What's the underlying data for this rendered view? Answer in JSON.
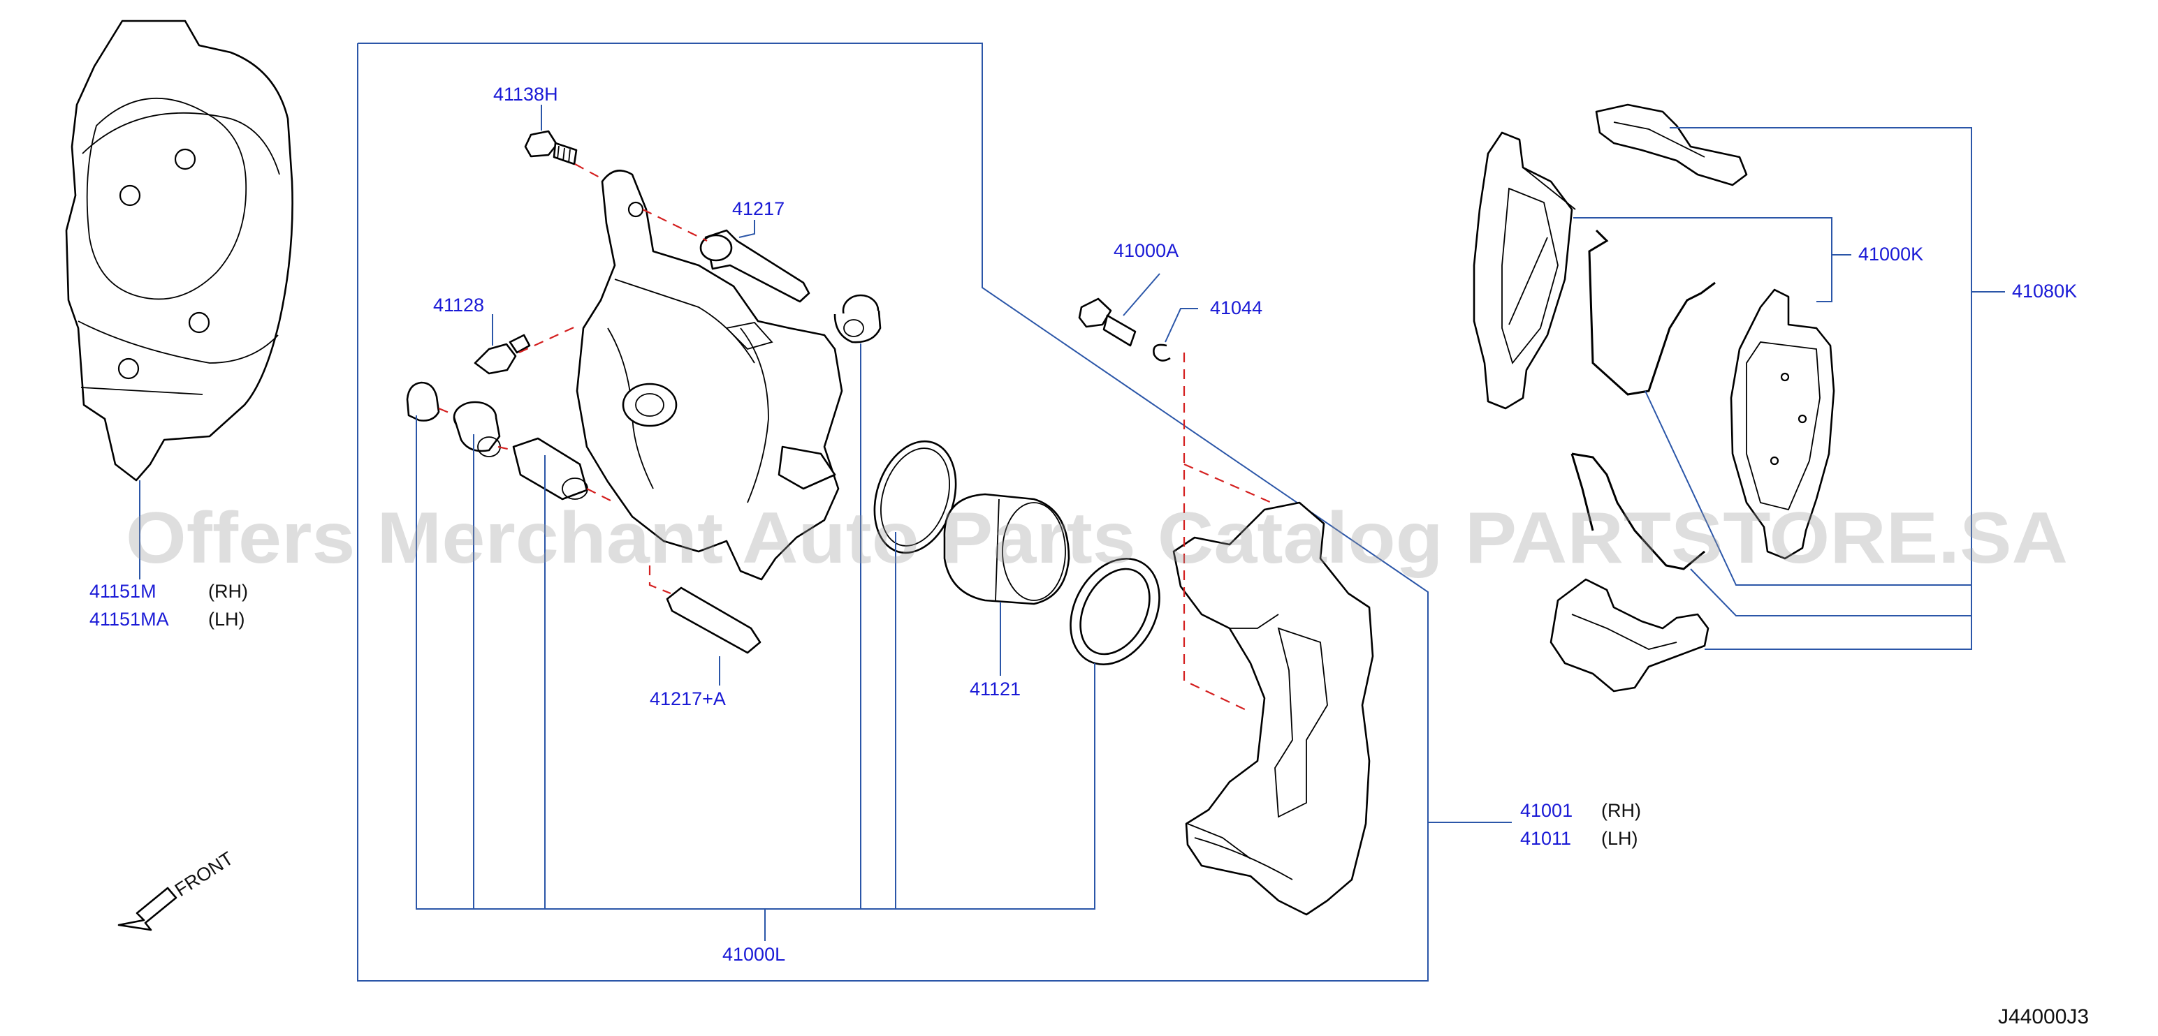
{
  "diagram": {
    "reference_code": "J44000J3",
    "watermark": "Offers Merchant Auto Parts Catalog PARTSTORE.SA",
    "front_label": "FRONT",
    "colors": {
      "part_number": "#1a1ad6",
      "leader_line": "#2b56a8",
      "alignment_line": "#d42020",
      "outline": "#000000"
    },
    "callouts": {
      "dust_cover_rh": {
        "part_no": "41151M",
        "side": "(RH)"
      },
      "dust_cover_lh": {
        "part_no": "41151MA",
        "side": "(LH)"
      },
      "bolt_41138h": {
        "part_no": "41138H"
      },
      "pin_41217": {
        "part_no": "41217"
      },
      "bleeder_41128": {
        "part_no": "41128"
      },
      "pin_41217a": {
        "part_no": "41217+A"
      },
      "bolt_41000a": {
        "part_no": "41000A"
      },
      "washer_41044": {
        "part_no": "41044"
      },
      "piston_41121": {
        "part_no": "41121"
      },
      "caliper_assy": {
        "part_no": "41000L"
      },
      "torque_member_rh": {
        "part_no": "41001",
        "side": "(RH)"
      },
      "torque_member_lh": {
        "part_no": "41011",
        "side": "(LH)"
      },
      "pad_kit": {
        "part_no": "41000K"
      },
      "hardware_kit": {
        "part_no": "41080K"
      }
    }
  }
}
